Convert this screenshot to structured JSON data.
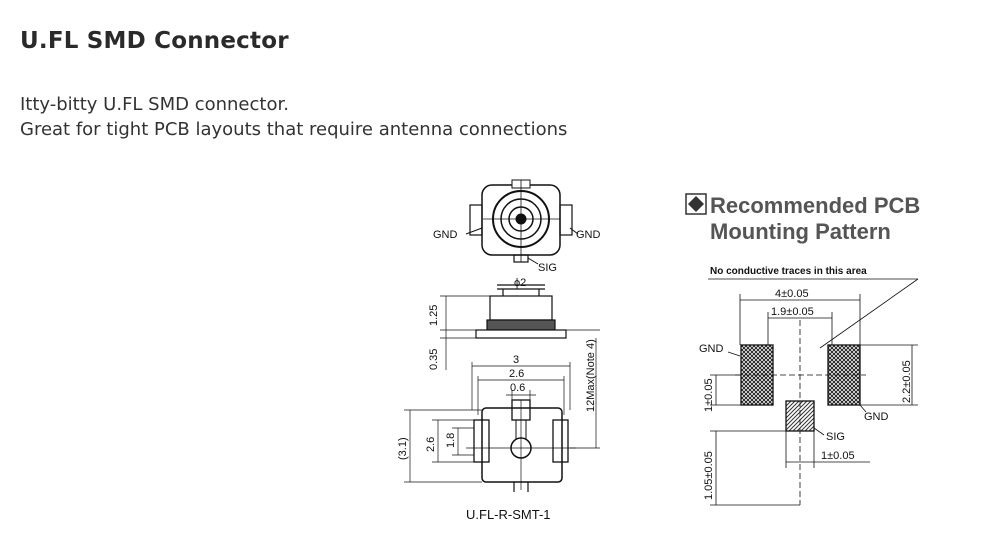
{
  "page": {
    "title": "U.FL SMD Connector",
    "description_line1": "Itty-bitty U.FL SMD connector.",
    "description_line2": "Great for tight PCB layouts that require antenna connections"
  },
  "drawing": {
    "gnd_left": "GND",
    "gnd_right": "GND",
    "sig": "SIG",
    "phi": "ϕ2",
    "dim_125": "1.25",
    "dim_035": "0.35",
    "dim_3": "3",
    "dim_26_top": "2.6",
    "dim_06": "0.6",
    "dim_max": "12Max(Note 4)",
    "dim_31": "(3.1)",
    "dim_26_side": "2.6",
    "dim_18": "1.8",
    "caption": "U.FL-R-SMT-1"
  },
  "pcb": {
    "heading_line1": "Recommended PCB",
    "heading_line2": "Mounting Pattern",
    "note": "No conductive traces in this area",
    "dim_4": "4±0.05",
    "dim_19": "1.9±0.05",
    "gnd_left": "GND",
    "gnd_right": "GND",
    "sig": "SIG",
    "dim_1_left": "1±0.05",
    "dim_22": "2.2±0.05",
    "dim_105": "1.05±0.05",
    "dim_1_bottom": "1±0.05"
  }
}
